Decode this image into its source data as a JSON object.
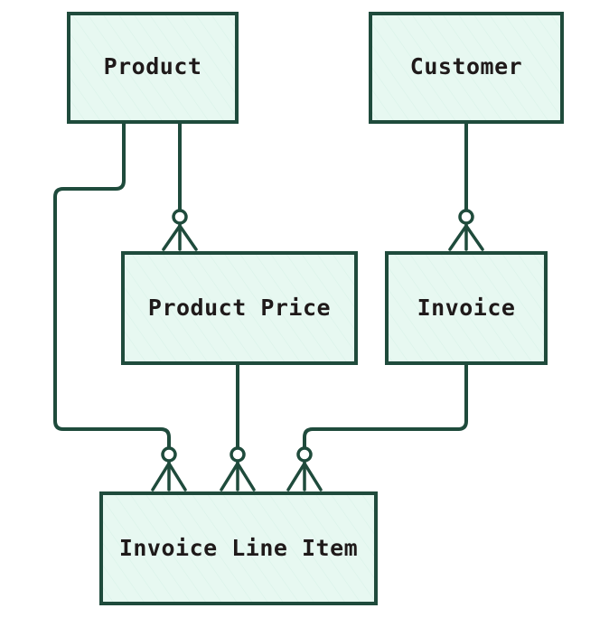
{
  "diagram": {
    "entities": {
      "product": "Product",
      "customer": "Customer",
      "product_price": "Product Price",
      "invoice": "Invoice",
      "invoice_line_item": "Invoice Line Item"
    },
    "relationships": [
      {
        "from": "product",
        "to": "product_price",
        "cardinality": "one-to-zero-or-many"
      },
      {
        "from": "customer",
        "to": "invoice",
        "cardinality": "one-to-zero-or-many"
      },
      {
        "from": "product",
        "to": "invoice_line_item",
        "cardinality": "one-to-zero-or-many"
      },
      {
        "from": "product_price",
        "to": "invoice_line_item",
        "cardinality": "one-to-zero-or-many"
      },
      {
        "from": "invoice",
        "to": "invoice_line_item",
        "cardinality": "one-to-zero-or-many"
      }
    ],
    "colors": {
      "fill": "#e7f8f1",
      "stroke": "#1f4b3c",
      "text": "#1f1a1a"
    }
  }
}
